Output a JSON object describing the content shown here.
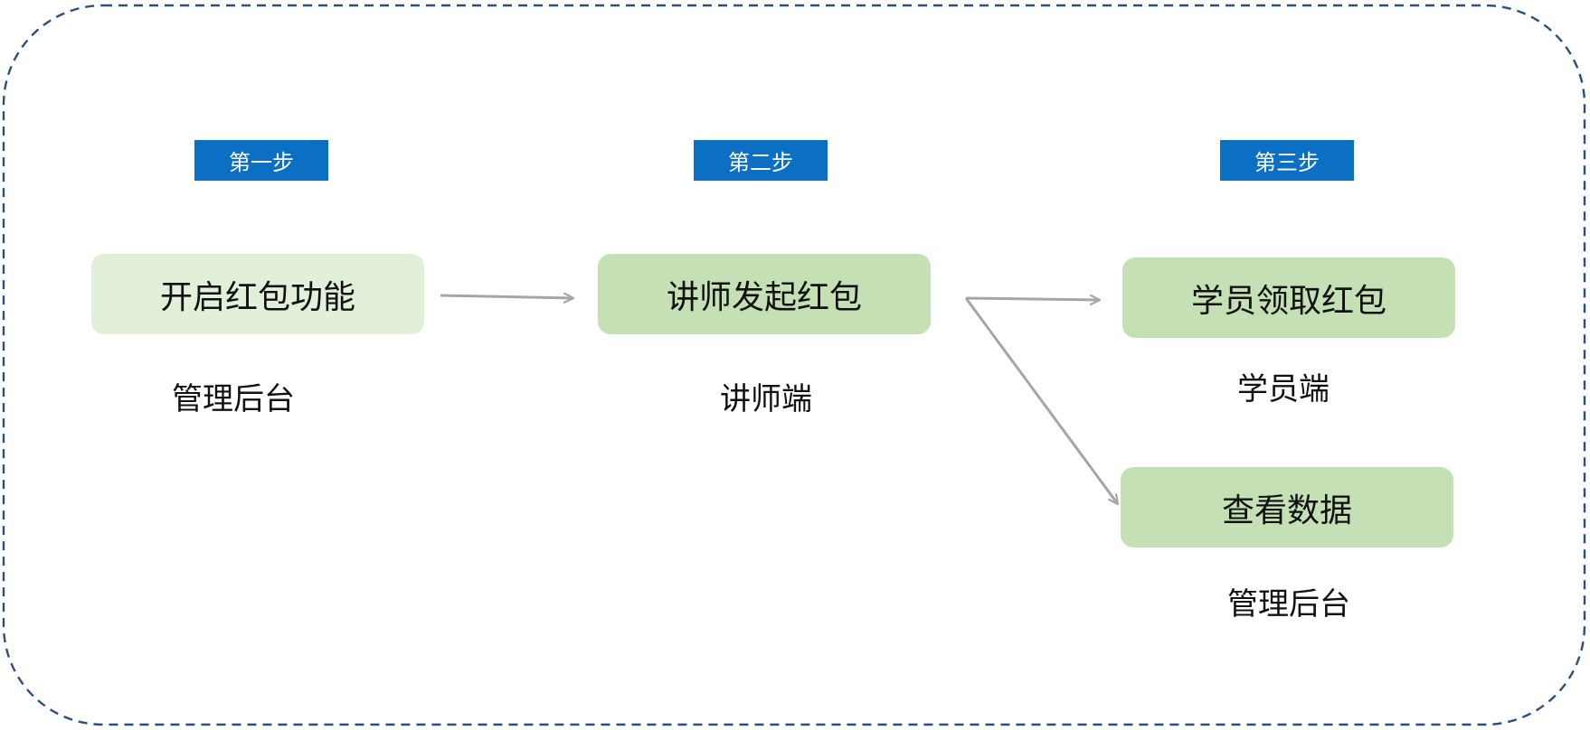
{
  "colors": {
    "frame_border": "#2E4E7E",
    "step_tag_bg": "#0B6FC4",
    "step_tag_text": "#FFFFFF",
    "box_light": "#E2EFD9",
    "box_medium": "#C5E0B4",
    "arrow": "#A6A6A6",
    "text": "#111111"
  },
  "steps": [
    {
      "tag": "第一步"
    },
    {
      "tag": "第二步"
    },
    {
      "tag": "第三步"
    }
  ],
  "boxes": [
    {
      "label": "开启红包功能",
      "role": "管理后台"
    },
    {
      "label": "讲师发起红包",
      "role": "讲师端"
    },
    {
      "label": "学员领取红包",
      "role": "学员端"
    },
    {
      "label": "查看数据",
      "role": "管理后台"
    }
  ]
}
